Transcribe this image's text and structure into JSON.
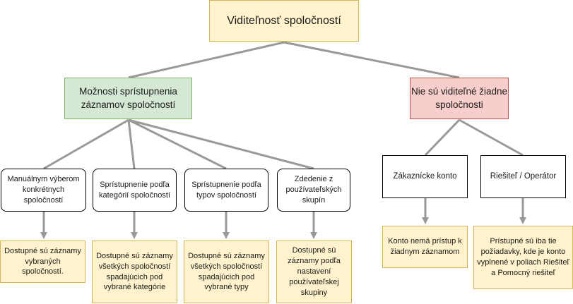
{
  "root": {
    "label": "Viditeľnosť spoločností"
  },
  "left_branch": {
    "label": "Možnosti sprístupnenia záznamov spoločností",
    "options": [
      {
        "label": "Manuálnym výberom konkrétnych spoločností",
        "result": "Dostupné sú záznamy vybraných spoločností."
      },
      {
        "label": "Sprístupnenie podľa kategórií spoločností",
        "result": "Dostupné sú záznamy všetkých spoločností spadajúcich pod vybrané kategórie"
      },
      {
        "label": "Sprístupnenie podľa typov spoločností",
        "result": "Dostupné sú záznamy všetkých spoločností spadajúcich pod vybrané typy"
      },
      {
        "label": "Zdedenie z používateľských skupín",
        "result": "Dostupné sú záznamy podľa nastavení používateľskej skupiny"
      }
    ]
  },
  "right_branch": {
    "label": "Nie sú viditeľné žiadne spoločnosti",
    "options": [
      {
        "label": "Zákaznícke konto",
        "result": "Konto nemá prístup k žiadnym záznamom"
      },
      {
        "label": "Riešiteľ / Operátor",
        "result": "Prístupné sú iba tie požiadavky, kde je konto vyplnené v poliach Riešiteľ a Pomocný riešiteľ"
      }
    ]
  },
  "colors": {
    "root_fill": "#fff2cc",
    "left_branch_fill": "#d5e8d4",
    "right_branch_fill": "#f8cecc",
    "result_fill": "#fff2cc",
    "connector": "#999999"
  }
}
